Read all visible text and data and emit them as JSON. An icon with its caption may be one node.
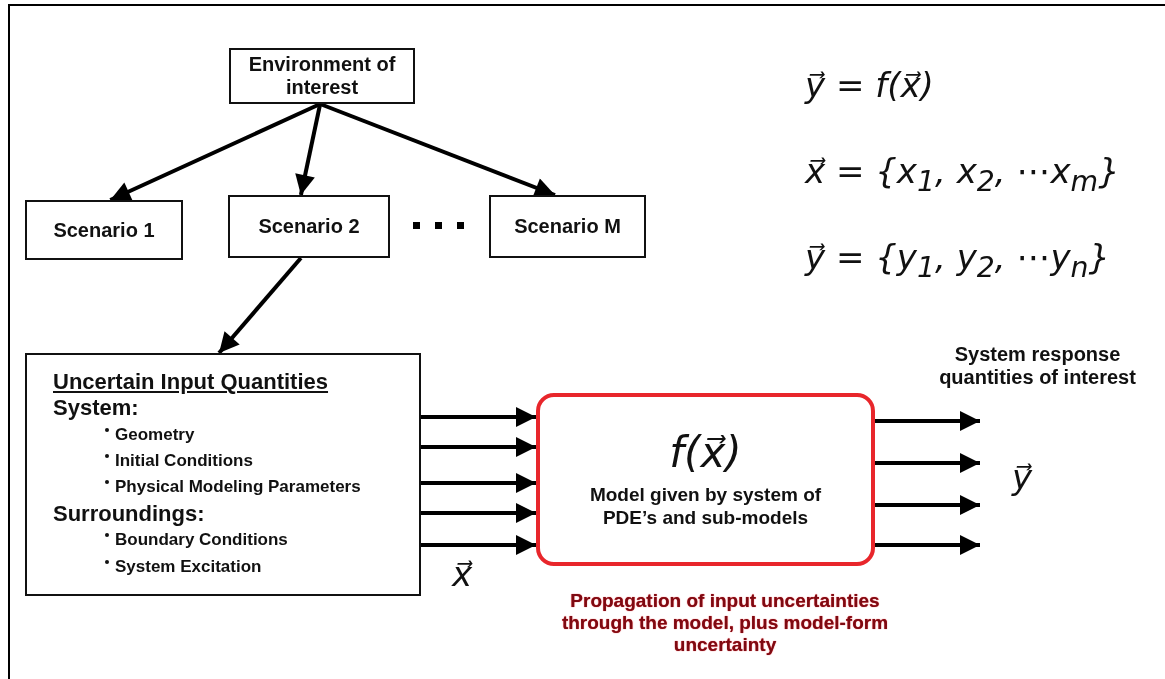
{
  "diagram": {
    "nodes": [
      {
        "text": [
          "Environment of interest"
        ]
      },
      {
        "text": [
          "Scenario 1"
        ]
      },
      {
        "text": [
          "Scenario 2"
        ]
      },
      {
        "text": [
          "Scenario M"
        ]
      },
      {
        "text": [
          "Uncertain Input Quantities",
          "System:",
          "Geometry",
          "Initial Conditions",
          "Physical Modeling Parameters",
          "Surroundings:",
          "Boundary Conditions",
          "System Excitation"
        ]
      },
      {
        "text": [
          "f(x⃗)",
          "Model given by system of PDE’s and sub-models"
        ]
      }
    ],
    "edges": [
      {
        "from": 0,
        "to": 1,
        "arrow": "to"
      },
      {
        "from": 0,
        "to": 2,
        "arrow": "to"
      },
      {
        "from": 0,
        "to": 3,
        "arrow": "to"
      },
      {
        "from": 2,
        "to": 4,
        "arrow": "to"
      },
      {
        "from": 4,
        "to": 5,
        "arrow": "to"
      },
      {
        "from": 4,
        "to": 5,
        "arrow": "to"
      },
      {
        "from": 4,
        "to": 5,
        "arrow": "to"
      },
      {
        "from": 4,
        "to": 5,
        "arrow": "to"
      },
      {
        "from": 4,
        "to": 5,
        "arrow": "to"
      },
      {
        "from": 5,
        "to": null,
        "arrow": "to"
      },
      {
        "from": 5,
        "to": null,
        "arrow": "to"
      },
      {
        "from": 5,
        "to": null,
        "arrow": "to"
      },
      {
        "from": 5,
        "to": null,
        "arrow": "to"
      }
    ],
    "labels": [
      "y⃗ = f(x⃗)",
      "x⃗ = {x$_{1}$, x$_{2}$, ⋯x$_{m}$}",
      "y⃗ = {y$_{1}$, y$_{2}$, ⋯y$_{n}$}",
      "System response quantities of interest",
      "y⃗",
      "x⃗",
      "Propagation of input uncertainties through the model, plus model-form uncertainty"
    ]
  }
}
